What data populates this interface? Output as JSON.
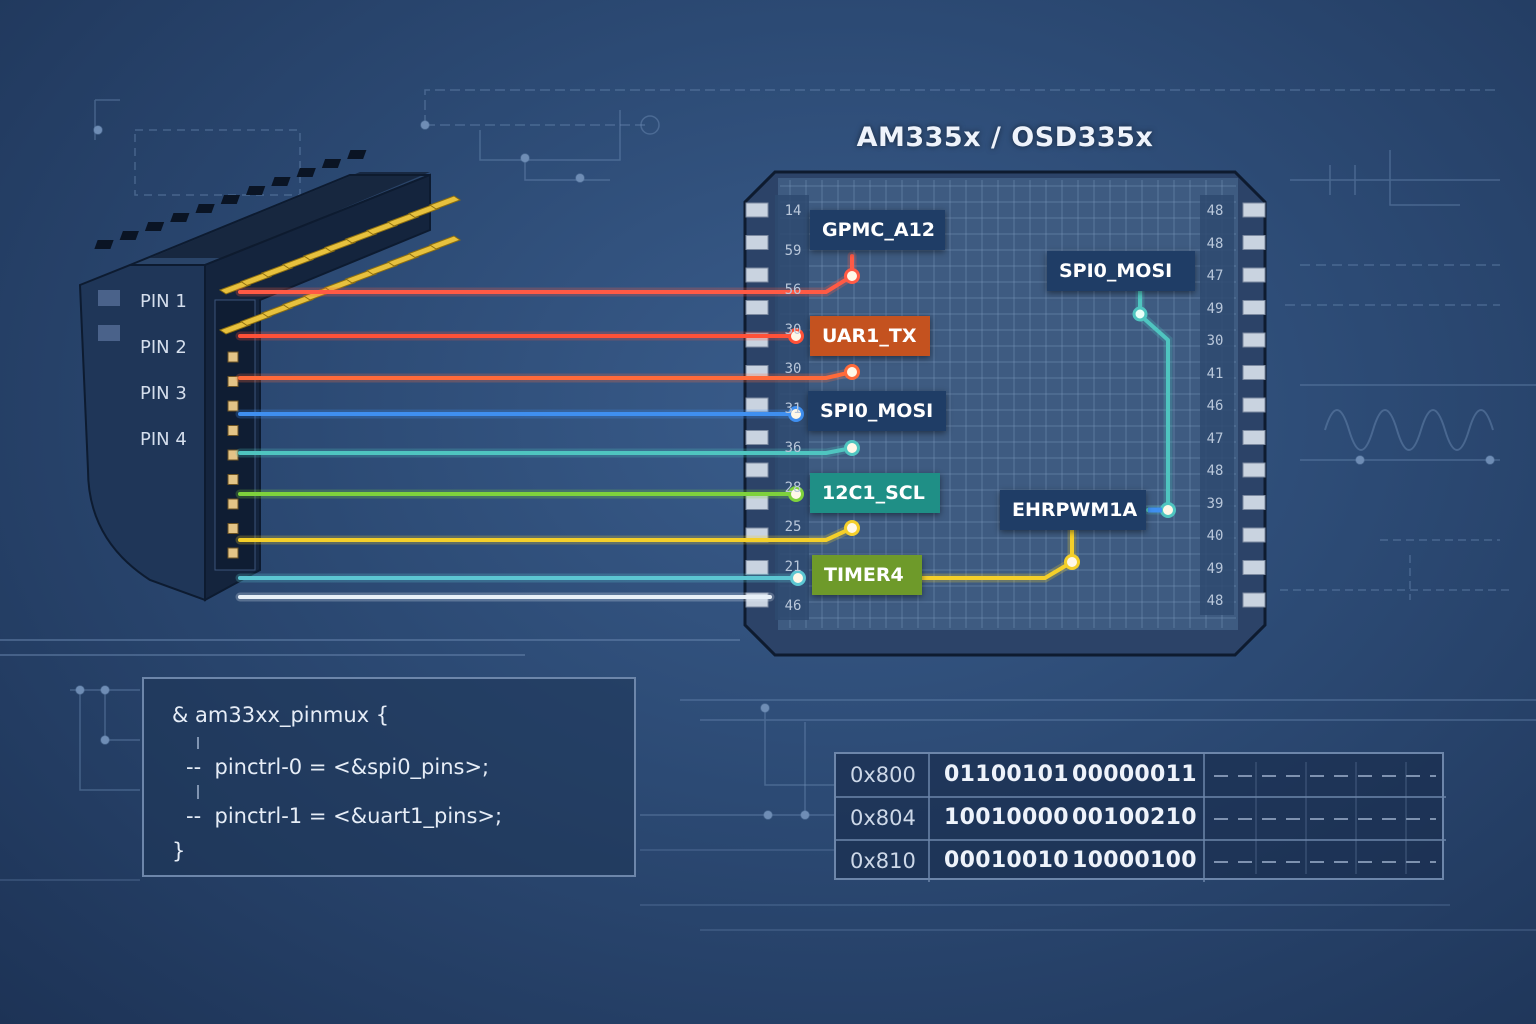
{
  "chip": {
    "title": "AM335x / OSD335x",
    "left_pins": [
      "14",
      "59",
      "56",
      "30",
      "30",
      "31",
      "36",
      "28",
      "25",
      "21",
      "46"
    ],
    "right_pins": [
      "48",
      "48",
      "47",
      "49",
      "30",
      "41",
      "46",
      "47",
      "48",
      "39",
      "40",
      "49",
      "48"
    ]
  },
  "header": {
    "pin_labels": [
      "PIN 1",
      "PIN 2",
      "PIN 3",
      "PIN 4"
    ]
  },
  "signals": [
    {
      "label": "GPMC_A12",
      "color": "#1f3d66"
    },
    {
      "label": "UAR1_TX",
      "color": "#c4521f"
    },
    {
      "label": "SPI0_MOSI",
      "color": "#1f3d66"
    },
    {
      "label": "12C1_SCL",
      "color": "#1f8f86"
    },
    {
      "label": "TIMER4",
      "color": "#6e9a2a"
    },
    {
      "label": "SPI0_MOSI",
      "color": "#1f3d66"
    },
    {
      "label": "EHRPWM1A",
      "color": "#1f3d66"
    }
  ],
  "wire_colors": [
    "#ff5a45",
    "#ff5138",
    "#ff6a3a",
    "#3f8ff0",
    "#4fc5c0",
    "#7ed23c",
    "#f4cf2a",
    "#5cc6d2",
    "#e8f0f8"
  ],
  "code": {
    "line1": "& am33xx_pinmux {",
    "line2": "--  pinctrl-0 = <&spi0_pins>;",
    "line3": "--  pinctrl-1 = <&uart1_pins>;",
    "line4": "}"
  },
  "registers": [
    {
      "addr": "0x800",
      "v1": "01100101",
      "v2": "00000011"
    },
    {
      "addr": "0x804",
      "v1": "10010000",
      "v2": "00100210"
    },
    {
      "addr": "0x810",
      "v1": "00010010",
      "v2": "10000100"
    }
  ]
}
